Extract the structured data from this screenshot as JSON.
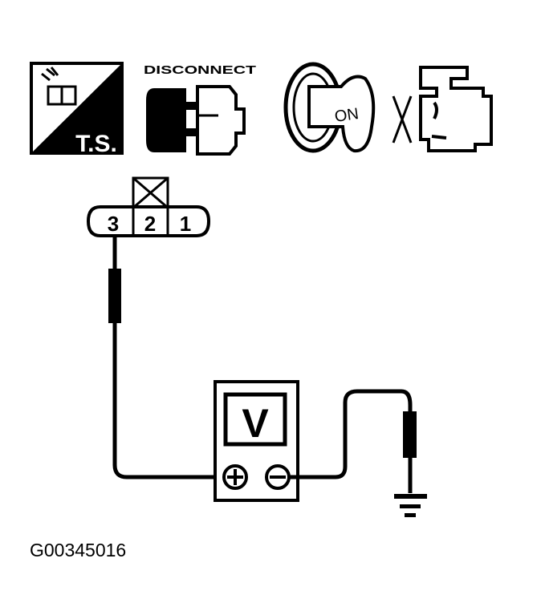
{
  "icons": {
    "troubleshoot": {
      "label": "T.S.",
      "icon": "troubleshooting-icon"
    },
    "disconnect": {
      "label": "DISCONNECT",
      "icon": "connector-disconnect-icon"
    },
    "ignition": {
      "label": "ON",
      "icon": "ignition-key-on-icon"
    },
    "engine": {
      "icon": "engine-off-icon"
    }
  },
  "connector": {
    "pins": [
      "3",
      "2",
      "1"
    ],
    "unused_pin_marker": "X"
  },
  "meter": {
    "label": "V",
    "positive": "+",
    "negative": "−"
  },
  "figure_id": "G00345016",
  "colors": {
    "ink": "#000000",
    "paper": "#ffffff"
  }
}
